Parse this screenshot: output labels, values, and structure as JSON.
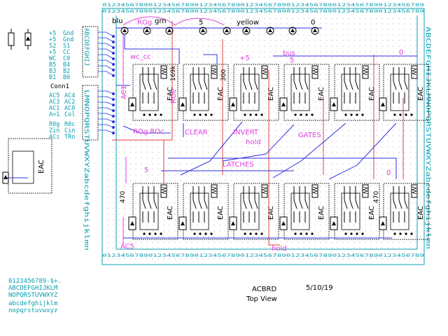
{
  "colors": {
    "cyan": "#0aa0b0",
    "magenta": "#e040e0",
    "blue": "#3030e0",
    "red": "#e04040",
    "black": "#000000",
    "grid": "#c8c8c8"
  },
  "labels": {
    "blu": "blu",
    "grn": "grn",
    "rog": "ROg",
    "five_top": "5",
    "yellow": "yellow",
    "zero_top": "0",
    "wc_cc": "wc_cc",
    "plus5": "+5",
    "bus": "bus",
    "bus5": "5",
    "zero_bus": "0",
    "ac1": "AC1",
    "res169k": "169k",
    "res300": "300",
    "roe": "ROe",
    "rog_roc": "ROg ROc",
    "clear": "CLEAR",
    "invert": "INVERT",
    "hold": "hold",
    "gates": "GATES",
    "latches": "LATCHES",
    "five_mid": "5",
    "zero_mid": "0",
    "res470_left": "470",
    "res470_right": "470",
    "ac5": "AC5",
    "hold_bottom": "hold",
    "conn1": "Conn1",
    "eac": "EAC"
  },
  "left_pins": {
    "col_a": [
      "+5",
      "+5",
      "S2",
      "+5",
      "WC",
      "B5",
      "B3",
      "B1"
    ],
    "col_b": [
      "Gnd",
      "Gnd",
      "S1",
      "CC",
      "C0",
      "B4",
      "B2",
      "B0"
    ]
  },
  "conn_pins": {
    "col_a": [
      "AC5",
      "AC3",
      "AC1",
      "A=1",
      "",
      "R0g",
      "Zin",
      "ACi"
    ],
    "col_b": [
      "AC4",
      "AC2",
      "AC0",
      "Col",
      "",
      "R0c",
      "Cin",
      "TRo"
    ]
  },
  "side_letters": {
    "upper_left": "ABCDEFGHIJ",
    "lower_left": "LMNOPQRSTUVWXYZabcdefghijklmn",
    "right": "ABCDEFGHIJKLMNOPQRSTUVWXYZabcdefghijklmn"
  },
  "top_ruler": "0123456789012345678901234567890123456789012345678901234567890123456789",
  "font_sample": [
    "0123456789-$+.",
    "ABCDEFGHIJKLM",
    "NOPQRSTUVWXYZ",
    "abcdefghijklm",
    "nopqrstuvwxyz"
  ],
  "footer": {
    "name": "ACBRD",
    "date": "5/10/19",
    "view": "Top View"
  }
}
